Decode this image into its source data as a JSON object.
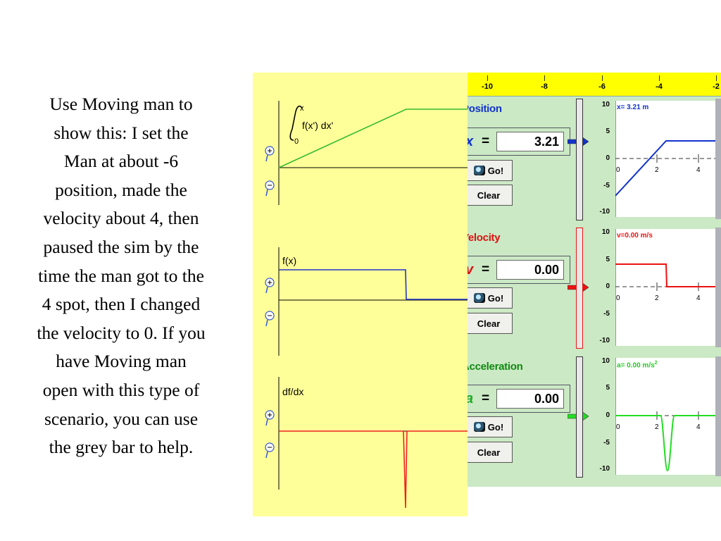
{
  "caption": {
    "lines": [
      "Use Moving man to",
      "show this: I set the",
      "Man  at about -6",
      "position, made the",
      "velocity about 4,  then",
      "paused the sim by the",
      "time the man got to the",
      "4 spot, then I changed",
      "the velocity to 0. If you",
      "have Moving man",
      "open with this type of",
      "scenario, you can use",
      "the grey bar to help."
    ]
  },
  "calculus": {
    "integral_upper": "x",
    "integral_lower": "0",
    "integral_expr": "f(x') dx'",
    "fx_label": "f(x)",
    "dfdx_label": "df/dx",
    "colors": {
      "integral": "#33bb33",
      "fx": "#2233cc",
      "dfdx": "#ee2222",
      "axis": "#000000",
      "zoom": "#3355cc"
    }
  },
  "simulation": {
    "ruler": {
      "ticks": [
        "-10",
        "-8",
        "-6",
        "-4",
        "-2"
      ]
    },
    "sections": [
      {
        "id": "position",
        "title": "Position",
        "symbol": "x",
        "equals": "=",
        "value": "3.21",
        "go_label": "Go!",
        "clear_label": "Clear",
        "readout": "x= 3.21 m",
        "color": "#1133cc",
        "y_ticks": [
          "10",
          "5",
          "0",
          "-5",
          "-10"
        ],
        "x_ticks": [
          "0",
          "2",
          "4"
        ]
      },
      {
        "id": "velocity",
        "title": "Velocity",
        "symbol": "v",
        "equals": "=",
        "value": "0.00",
        "go_label": "Go!",
        "clear_label": "Clear",
        "readout": "v=0.00 m/s",
        "color": "#ee1111",
        "y_ticks": [
          "10",
          "5",
          "0",
          "-5",
          "-10"
        ],
        "x_ticks": [
          "0",
          "2",
          "4"
        ]
      },
      {
        "id": "acceleration",
        "title": "Acceleration",
        "symbol": "a",
        "equals": "=",
        "value": "0.00",
        "go_label": "Go!",
        "clear_label": "Clear",
        "readout": "a= 0.00 m/s",
        "readout_sup": "2",
        "color": "#22cc22",
        "y_ticks": [
          "10",
          "5",
          "0",
          "-5",
          "-10"
        ],
        "x_ticks": [
          "0",
          "2",
          "4"
        ]
      }
    ]
  }
}
